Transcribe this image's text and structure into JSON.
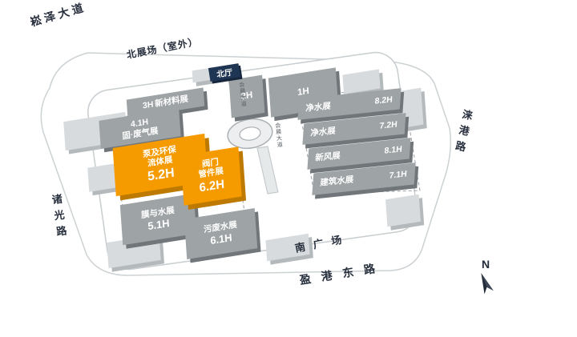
{
  "roads": {
    "songze": "崧泽大道",
    "north_field": "北展场（室外）",
    "laigang": "涞港路",
    "zhuguang": "诸光路",
    "south_plaza": "南广场",
    "yinggang": "盈港东路"
  },
  "north_hall": "北厅",
  "walkway": "会展大道",
  "compass": {
    "label": "N"
  },
  "halls": [
    {
      "code": "3H",
      "name": "新材料展",
      "highlight": false
    },
    {
      "code": "4.1H",
      "name": "固·废气展",
      "highlight": false
    },
    {
      "code": "5.2H",
      "name": "泵及环保流体展",
      "line1": "泵及环保",
      "line2": "流体展",
      "highlight": true
    },
    {
      "code": "2H",
      "highlight": false
    },
    {
      "code": "1H",
      "highlight": false
    },
    {
      "code": "8.2H",
      "name": "净水展",
      "highlight": false
    },
    {
      "code": "7.2H",
      "name": "净水展",
      "highlight": false
    },
    {
      "code": "8.1H",
      "name": "新风展",
      "highlight": false
    },
    {
      "code": "7.1H",
      "name": "建筑水展",
      "highlight": false
    },
    {
      "code": "6.2H",
      "name": "阀门管件展",
      "line1": "阀门",
      "line2": "管件展",
      "highlight": true
    },
    {
      "code": "5.1H",
      "name": "膜与水展",
      "highlight": false
    },
    {
      "code": "6.1H",
      "name": "污废水展",
      "highlight": false
    }
  ],
  "colors": {
    "highlight": "#F59B00",
    "hall_gray": "#9EA3A6",
    "navy": "#1E3553"
  }
}
